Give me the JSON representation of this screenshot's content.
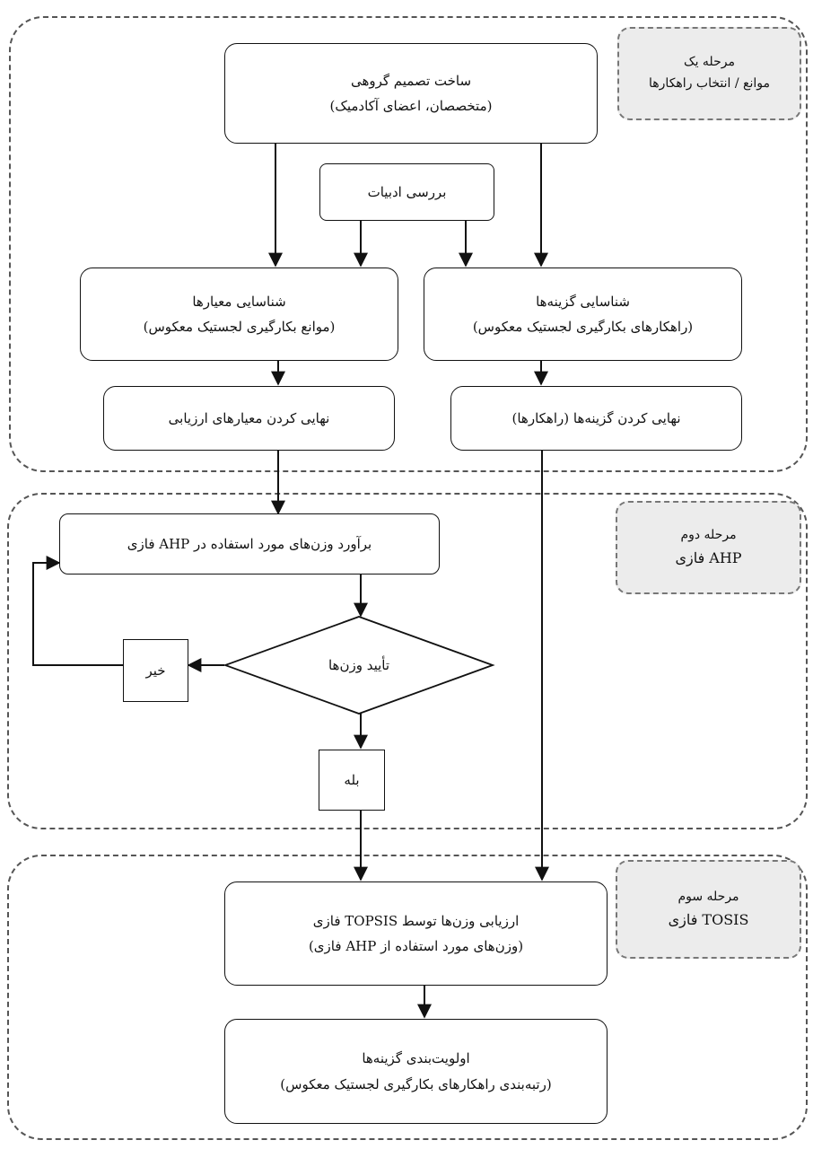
{
  "stages": {
    "one": {
      "title": "مرحله یک",
      "subtitle": "موانع / انتخاب راهکارها"
    },
    "two": {
      "title": "مرحله دوم",
      "subtitle": "AHP فازی"
    },
    "three": {
      "title": "مرحله سوم",
      "subtitle": "TOSIS فازی"
    }
  },
  "nodes": {
    "group_decision": {
      "line1": "ساخت تصمیم گروهی",
      "line2": "(متخصصان، اعضای آکادمیک)"
    },
    "literature": {
      "line1": "بررسی ادبیات"
    },
    "identify_criteria": {
      "line1": "شناسایی معیارها",
      "line2": "(موانع بکارگیری لجستیک معکوس)"
    },
    "identify_options": {
      "line1": "شناسایی گزینه‌ها",
      "line2": "(راهکارهای بکارگیری لجستیک معکوس)"
    },
    "finalize_criteria": {
      "line1": "نهایی کردن معیارهای ارزیابی"
    },
    "finalize_options": {
      "line1": "نهایی کردن گزینه‌ها (راهکارها)"
    },
    "estimate_weights": {
      "line1": "برآورد وزن‌های مورد استفاده در AHP فازی"
    },
    "confirm_weights": {
      "line1": "تأیید وزن‌ها"
    },
    "no": {
      "line1": "خیر"
    },
    "yes": {
      "line1": "بله"
    },
    "topsis_eval": {
      "line1": "ارزیابی وزن‌ها توسط TOPSIS فازی",
      "line2": "(وزن‌های مورد استفاده از AHP فازی)"
    },
    "prioritize": {
      "line1": "اولویت‌بندی گزینه‌ها",
      "line2": "(رتبه‌بندی راهکارهای بکارگیری لجستیک معکوس)"
    }
  }
}
